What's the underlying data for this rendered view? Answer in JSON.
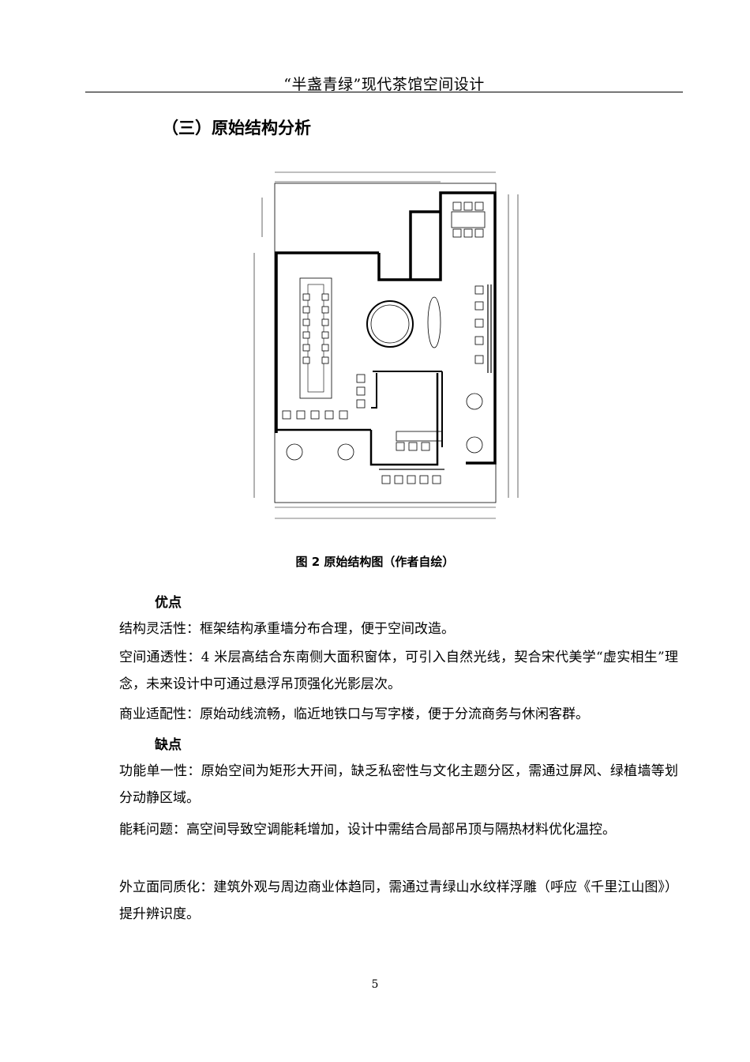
{
  "header": {
    "title": "“半盏青绿”现代茶馆空间设计"
  },
  "section": {
    "title": "（三）原始结构分析"
  },
  "figure": {
    "caption": "图 2  原始结构图（作者自绘）"
  },
  "advantages": {
    "heading": "优点",
    "items": [
      "结构灵活性：框架结构承重墙分布合理，便于空间改造。",
      "空间通透性：4 米层高结合东南侧大面积窗体，可引入自然光线，契合宋代美学“虚实相生”理念，未来设计中可通过悬浮吊顶强化光影层次。",
      "商业适配性：原始动线流畅，临近地铁口与写字楼，便于分流商务与休闲客群。"
    ]
  },
  "disadvantages": {
    "heading": "缺点",
    "items": [
      "功能单一性：原始空间为矩形大开间，缺乏私密性与文化主题分区，需通过屏风、绿植墙等划分动静区域。",
      "能耗问题：高空间导致空调能耗增加，设计中需结合局部吊顶与隔热材料优化温控。",
      "外立面同质化：建筑外观与周边商业体趋同，需通过青绿山水纹样浮雕（呼应《千里江山图》）提升辨识度。"
    ]
  },
  "page": {
    "number": "5"
  }
}
